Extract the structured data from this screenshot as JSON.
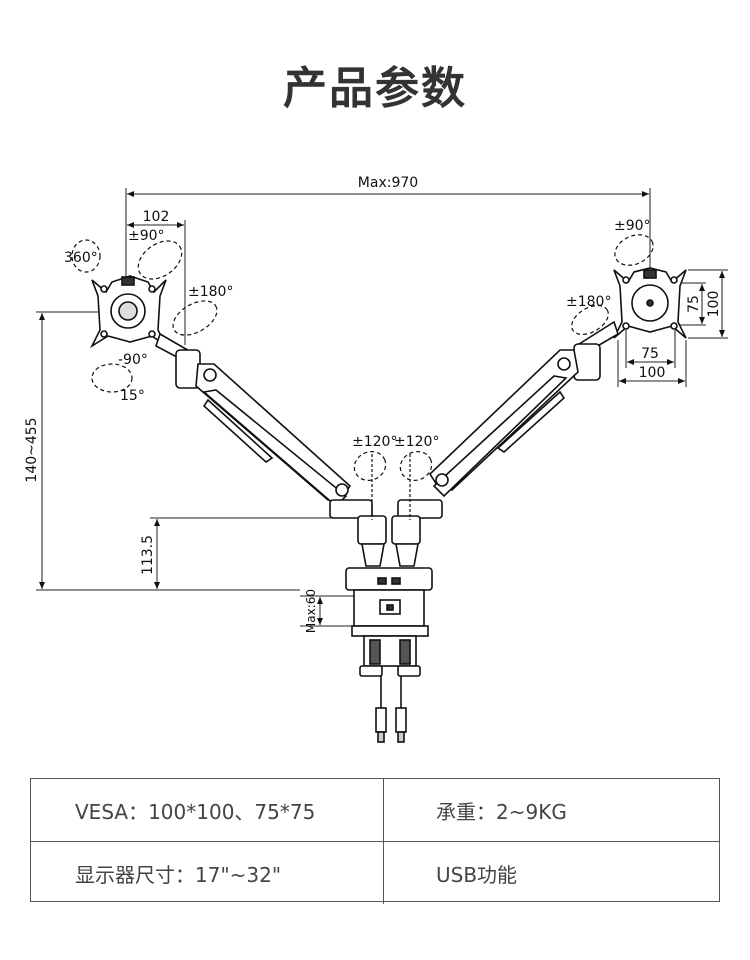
{
  "title": "产品参数",
  "dimensions": {
    "max_span": "Max:970",
    "left_offset": "102",
    "height_range": "140~455",
    "base_height": "113.5",
    "clamp_max": "Max:60",
    "vesa_100_h": "100",
    "vesa_75_h": "75",
    "vesa_75_v": "75",
    "vesa_100_v": "100"
  },
  "rotations": {
    "rotate_360": "360°",
    "tilt_left": "±90°",
    "tilt_right": "±90°",
    "swivel_left": "±180°",
    "swivel_right": "±180°",
    "tilt_down": "-90°",
    "tilt_up": "15°",
    "arm_left": "±120°",
    "arm_right": "±120°"
  },
  "specs": [
    [
      "VESA：100*100、75*75",
      "承重：2~9KG"
    ],
    [
      "显示器尺寸：17\"~32\"",
      "USB功能"
    ]
  ]
}
